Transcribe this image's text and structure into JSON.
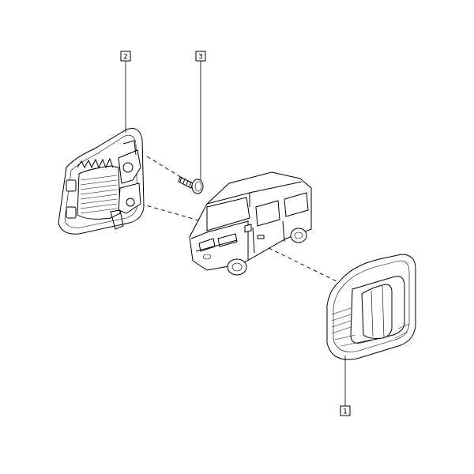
{
  "callouts": [
    {
      "id": "1",
      "label": "1"
    },
    {
      "id": "2",
      "label": "2"
    },
    {
      "id": "3",
      "label": "3"
    }
  ],
  "parts": {
    "part_1": "exterior-door-handle",
    "part_2": "handle-bracket-mechanism",
    "part_3": "screw"
  },
  "colors": {
    "line": "#000000",
    "background": "#ffffff"
  }
}
